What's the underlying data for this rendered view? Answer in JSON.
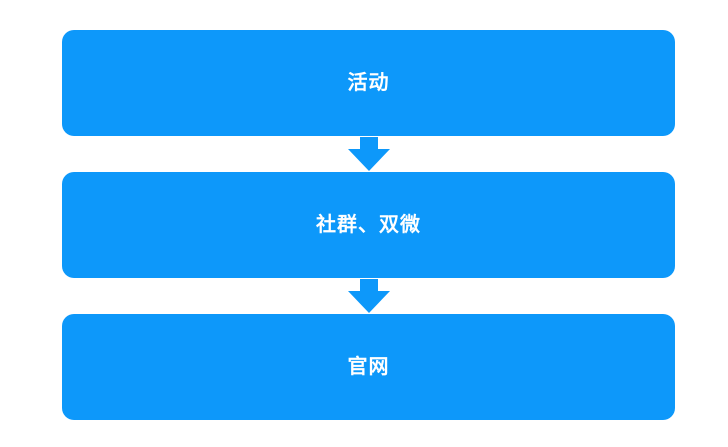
{
  "diagram": {
    "type": "vertical-flowchart",
    "background_color": "#ffffff",
    "node_color": "#0d98fa",
    "node_text_color": "#ffffff",
    "connector_color": "#0d98fa",
    "connector_icon": "arrow-down-icon",
    "nodes": [
      {
        "label": "活动"
      },
      {
        "label": "社群、双微"
      },
      {
        "label": "官网"
      }
    ],
    "connectors": [
      {
        "from": "活动",
        "to": "社群、双微",
        "direction": "down"
      },
      {
        "from": "社群、双微",
        "to": "官网",
        "direction": "down"
      }
    ]
  }
}
